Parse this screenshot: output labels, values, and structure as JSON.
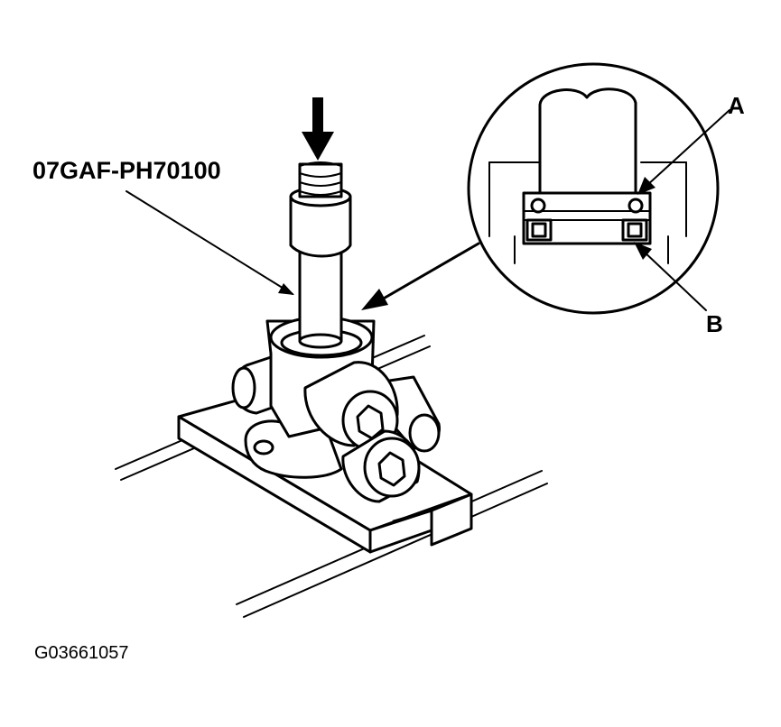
{
  "figure": {
    "tool_label": "07GAF-PH70100",
    "callout_a": "A",
    "callout_b": "B",
    "figure_code": "G03661057"
  }
}
